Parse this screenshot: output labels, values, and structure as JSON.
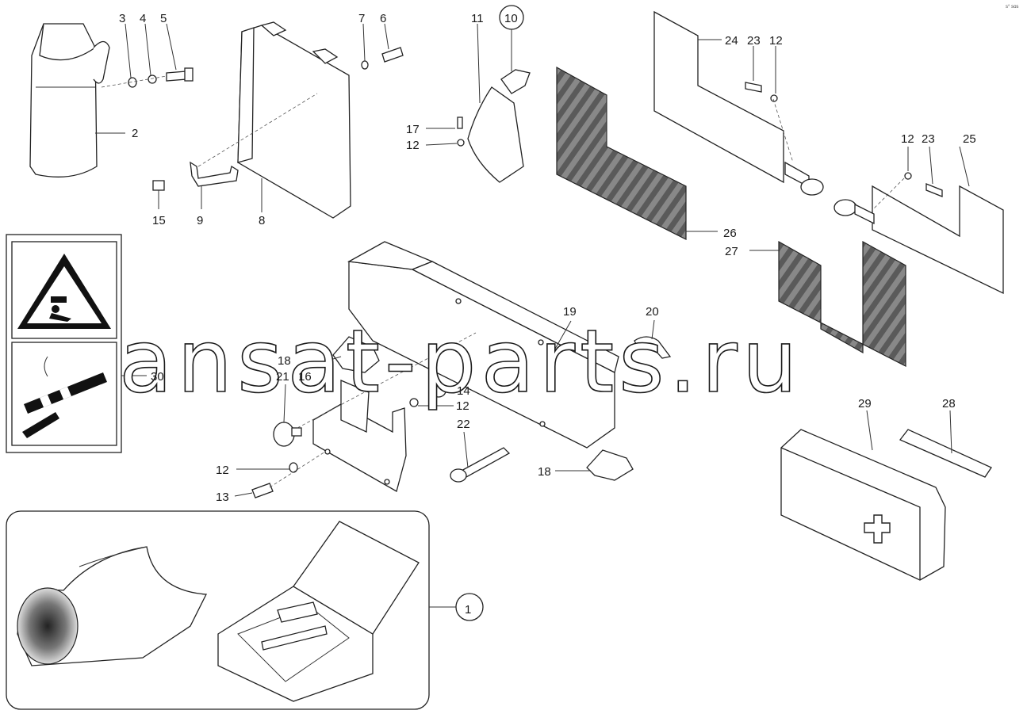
{
  "watermark": "ansat-parts.ru",
  "corner_code": "s° sos",
  "callouts": [
    {
      "id": "c1",
      "text": "1"
    },
    {
      "id": "c2",
      "text": "2"
    },
    {
      "id": "c3",
      "text": "3"
    },
    {
      "id": "c4",
      "text": "4"
    },
    {
      "id": "c5",
      "text": "5"
    },
    {
      "id": "c6",
      "text": "6"
    },
    {
      "id": "c7",
      "text": "7"
    },
    {
      "id": "c8",
      "text": "8"
    },
    {
      "id": "c9",
      "text": "9"
    },
    {
      "id": "c10",
      "text": "10"
    },
    {
      "id": "c11",
      "text": "11"
    },
    {
      "id": "c12a",
      "text": "12"
    },
    {
      "id": "c12b",
      "text": "12"
    },
    {
      "id": "c12c",
      "text": "12"
    },
    {
      "id": "c12d",
      "text": "12"
    },
    {
      "id": "c12e",
      "text": "12"
    },
    {
      "id": "c13",
      "text": "13"
    },
    {
      "id": "c14",
      "text": "14"
    },
    {
      "id": "c15",
      "text": "15"
    },
    {
      "id": "c16",
      "text": "16"
    },
    {
      "id": "c17",
      "text": "17"
    },
    {
      "id": "c18a",
      "text": "18"
    },
    {
      "id": "c18b",
      "text": "18"
    },
    {
      "id": "c19",
      "text": "19"
    },
    {
      "id": "c20",
      "text": "20"
    },
    {
      "id": "c21",
      "text": "21"
    },
    {
      "id": "c22",
      "text": "22"
    },
    {
      "id": "c23a",
      "text": "23"
    },
    {
      "id": "c23b",
      "text": "23"
    },
    {
      "id": "c24",
      "text": "24"
    },
    {
      "id": "c25",
      "text": "25"
    },
    {
      "id": "c26",
      "text": "26"
    },
    {
      "id": "c27",
      "text": "27"
    },
    {
      "id": "c28",
      "text": "28"
    },
    {
      "id": "c29",
      "text": "29"
    },
    {
      "id": "c30",
      "text": "30"
    }
  ]
}
